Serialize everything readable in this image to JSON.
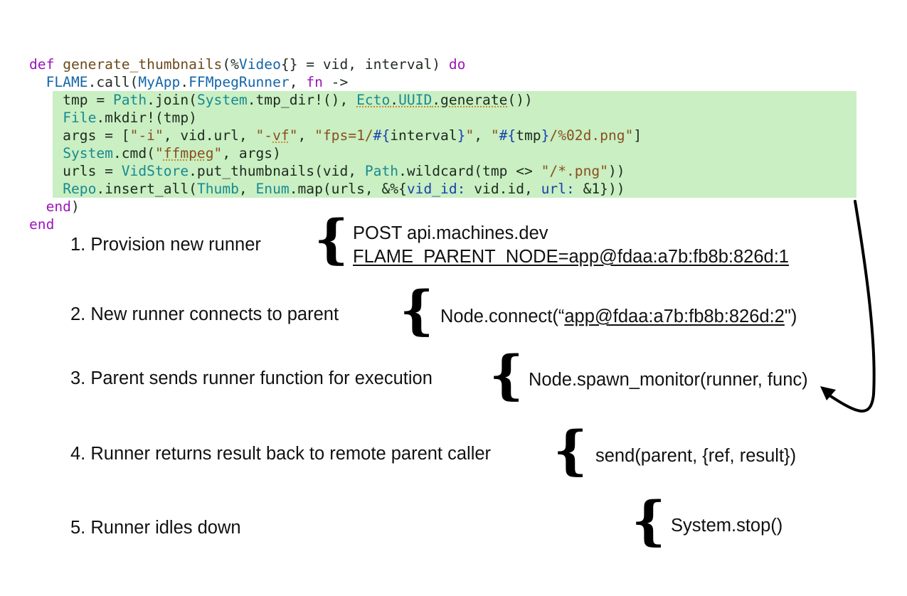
{
  "code": {
    "lines": [
      [
        {
          "t": "def",
          "c": "kw"
        },
        {
          "t": " "
        },
        {
          "t": "generate_thumbnails",
          "c": "fn"
        },
        {
          "t": "(%"
        },
        {
          "t": "Video",
          "c": "mod"
        },
        {
          "t": "{} = vid, interval) "
        },
        {
          "t": "do",
          "c": "kw"
        }
      ],
      [
        {
          "t": "  "
        },
        {
          "t": "FLAME",
          "c": "mod"
        },
        {
          "t": ".call("
        },
        {
          "t": "MyApp",
          "c": "mod"
        },
        {
          "t": "."
        },
        {
          "t": "FFMpegRunner",
          "c": "mod"
        },
        {
          "t": ", "
        },
        {
          "t": "fn",
          "c": "kw"
        },
        {
          "t": " ->"
        }
      ],
      [
        {
          "t": "    tmp = "
        },
        {
          "t": "Path",
          "c": "mod2"
        },
        {
          "t": ".join("
        },
        {
          "t": "System",
          "c": "mod2"
        },
        {
          "t": ".tmp_dir!(), "
        },
        {
          "t": "Ecto",
          "c": "mod2 sq"
        },
        {
          "t": ".",
          "c": "sq"
        },
        {
          "t": "UUID",
          "c": "mod2 sq"
        },
        {
          "t": ".generate",
          "c": "sq"
        },
        {
          "t": "())"
        }
      ],
      [
        {
          "t": "    "
        },
        {
          "t": "File",
          "c": "mod2"
        },
        {
          "t": ".mkdir!(tmp)"
        }
      ],
      [
        {
          "t": "    args = ["
        },
        {
          "t": "\"-i\"",
          "c": "str"
        },
        {
          "t": ", vid.url, "
        },
        {
          "t": "\"-",
          "c": "str"
        },
        {
          "t": "vf",
          "c": "str sq"
        },
        {
          "t": "\"",
          "c": "str"
        },
        {
          "t": ", "
        },
        {
          "t": "\"fps=1/",
          "c": "str"
        },
        {
          "t": "#{",
          "c": "interp"
        },
        {
          "t": "interval"
        },
        {
          "t": "}",
          "c": "interp"
        },
        {
          "t": "\"",
          "c": "str"
        },
        {
          "t": ", "
        },
        {
          "t": "\"",
          "c": "str"
        },
        {
          "t": "#{",
          "c": "interp"
        },
        {
          "t": "tmp"
        },
        {
          "t": "}",
          "c": "interp"
        },
        {
          "t": "/%02d.png\"",
          "c": "str"
        },
        {
          "t": "]"
        }
      ],
      [
        {
          "t": "    "
        },
        {
          "t": "System",
          "c": "mod2"
        },
        {
          "t": ".cmd("
        },
        {
          "t": "\"",
          "c": "str"
        },
        {
          "t": "ffmpeg",
          "c": "str sq"
        },
        {
          "t": "\"",
          "c": "str"
        },
        {
          "t": ", args)"
        }
      ],
      [
        {
          "t": "    urls = "
        },
        {
          "t": "VidStore",
          "c": "mod2"
        },
        {
          "t": ".put_thumbnails(vid, "
        },
        {
          "t": "Path",
          "c": "mod2"
        },
        {
          "t": ".wildcard(tmp <> "
        },
        {
          "t": "\"/*.png\"",
          "c": "str"
        },
        {
          "t": "))"
        }
      ],
      [
        {
          "t": "    "
        },
        {
          "t": "Repo",
          "c": "mod2"
        },
        {
          "t": ".insert_all("
        },
        {
          "t": "Thumb",
          "c": "mod2"
        },
        {
          "t": ", "
        },
        {
          "t": "Enum",
          "c": "mod2"
        },
        {
          "t": ".map(urls, &%{"
        },
        {
          "t": "vid_id:",
          "c": "atom"
        },
        {
          "t": " vid.id, "
        },
        {
          "t": "url:",
          "c": "atom"
        },
        {
          "t": " &1}))"
        }
      ],
      [
        {
          "t": "  "
        },
        {
          "t": "end",
          "c": "kw"
        },
        {
          "t": ")"
        }
      ],
      [
        {
          "t": "end",
          "c": "kw"
        }
      ]
    ],
    "highlight_color": "#c9efc3"
  },
  "steps": [
    {
      "label": "1. Provision new runner",
      "details": [
        {
          "text": "POST api.machines.dev"
        },
        {
          "text": "FLAME_PARENT_NODE=app@fdaa:a7b:fb8b:826d:1",
          "underline": true
        }
      ]
    },
    {
      "label": "2. New runner connects to parent",
      "details": [
        {
          "prefix": "Node.connect(“",
          "link": "app@fdaa:a7b:fb8b:826d:2",
          "suffix": "\")"
        }
      ]
    },
    {
      "label": "3. Parent sends runner function for execution",
      "details": [
        {
          "text": "Node.spawn_monitor(runner, func)"
        }
      ]
    },
    {
      "label": "4. Runner returns result back to remote parent caller",
      "details": [
        {
          "text": "send(parent, {ref, result})"
        }
      ]
    },
    {
      "label": "5. Runner idles down",
      "details": [
        {
          "text": "System.stop()"
        }
      ]
    }
  ],
  "brace_glyph": "{"
}
